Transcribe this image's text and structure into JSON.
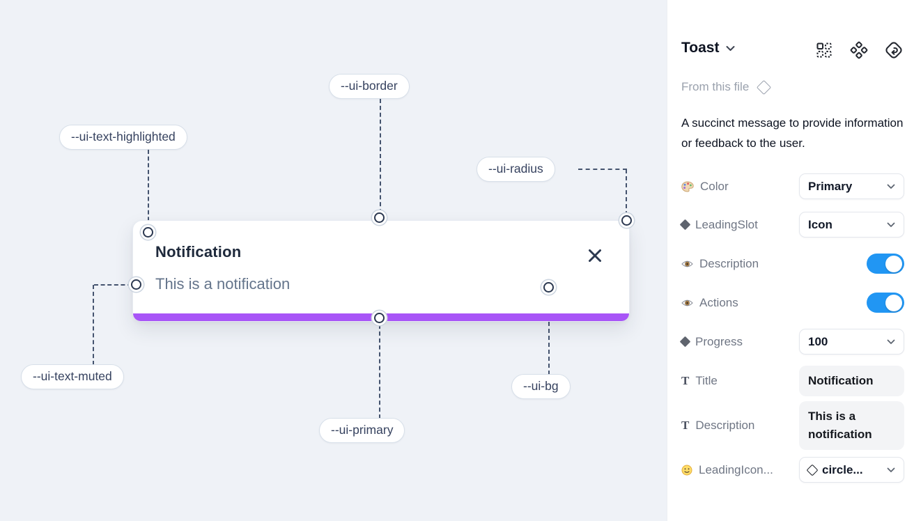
{
  "canvas": {
    "toast": {
      "title": "Notification",
      "description": "This is a notification",
      "progress_color": "#a855f7"
    },
    "labels": {
      "border": "--ui-border",
      "text_highlighted": "--ui-text-highlighted",
      "radius": "--ui-radius",
      "text_muted": "--ui-text-muted",
      "primary": "--ui-primary",
      "bg": "--ui-bg"
    },
    "colors": {
      "canvas_bg": "#eff2f7",
      "dashed_line": "#44536e"
    }
  },
  "panel": {
    "title": "Toast",
    "source_label": "From this file",
    "description": "A succinct message to provide information or feedback to the user.",
    "toggle_color": "#2196f3",
    "icons": [
      "instance-grid-icon",
      "component-icon",
      "return-to-component-icon"
    ],
    "rows": [
      {
        "icon": "palette-icon",
        "label": "Color",
        "control": "select",
        "value": "Primary"
      },
      {
        "icon": "diamond-icon",
        "label": "LeadingSlot",
        "control": "select",
        "value": "Icon"
      },
      {
        "icon": "eye-icon",
        "label": "Description",
        "control": "toggle",
        "on": true
      },
      {
        "icon": "eye-icon",
        "label": "Actions",
        "control": "toggle",
        "on": true
      },
      {
        "icon": "diamond-icon",
        "label": "Progress",
        "control": "select",
        "value": "100"
      },
      {
        "icon": "text-icon",
        "label": "Title",
        "control": "input",
        "value": "Notification"
      },
      {
        "icon": "text-icon",
        "label": "Description",
        "control": "input",
        "value": "This is a notification"
      },
      {
        "icon": "smiley-icon",
        "label": "LeadingIcon...",
        "control": "select-icon",
        "value": "circle..."
      }
    ]
  }
}
